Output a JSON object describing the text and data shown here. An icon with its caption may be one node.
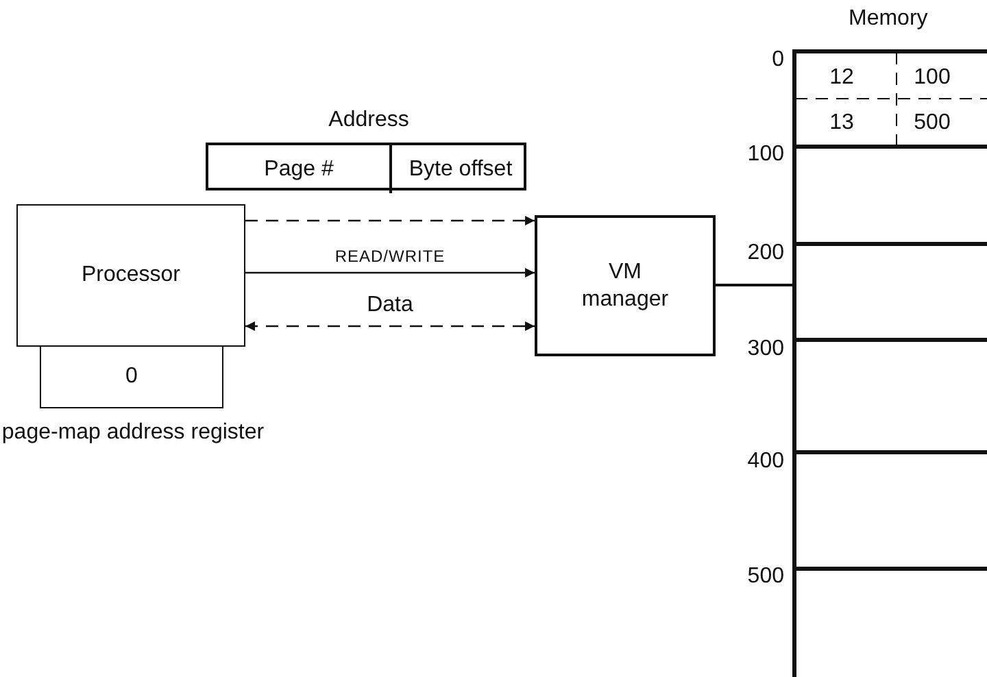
{
  "diagram": {
    "nodes": [
      {
        "text": [
          "Address"
        ]
      },
      {
        "text": [
          "Page #"
        ],
        "in": 0
      },
      {
        "text": [
          "Byte offset"
        ],
        "in": 0
      },
      {
        "text": [
          "Processor"
        ]
      },
      {
        "text": [
          "0"
        ],
        "beside": [
          "page-map address register"
        ]
      },
      {
        "text": [
          "VM manager"
        ]
      },
      {
        "text": [
          "Memory"
        ]
      }
    ],
    "edges": [
      {
        "from": 3,
        "to": 5,
        "arrow": "to",
        "style": "dashed"
      },
      {
        "from": 3,
        "to": 5,
        "arrow": "to",
        "label": "READ/WRITE"
      },
      {
        "from": 3,
        "to": 5,
        "arrow": "both",
        "label": "Data",
        "style": "dashed"
      },
      {
        "from": 5,
        "to": 6,
        "arrow": "none"
      }
    ],
    "labels": [
      "0",
      "12",
      "100",
      "13",
      "500",
      "100",
      "200",
      "300",
      "400",
      "500"
    ]
  }
}
